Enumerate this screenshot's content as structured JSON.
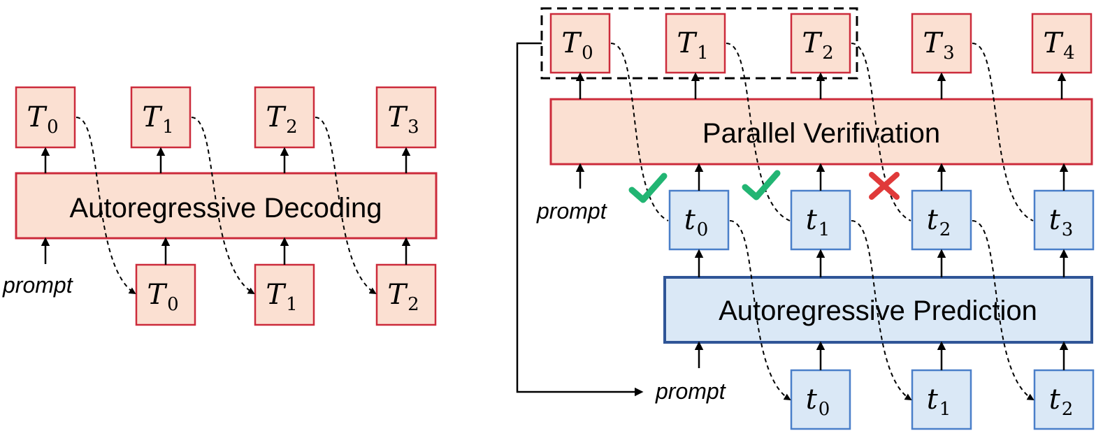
{
  "colors": {
    "target_fill": "#fbe0d2",
    "target_stroke": "#cc2b3b",
    "draft_fill": "#dae8f6",
    "draft_stroke": "#4a7fc9",
    "draft_block_stroke": "#2f5597",
    "check": "#22b573",
    "cross": "#e03a3a"
  },
  "left": {
    "block_label": "Autoregressive Decoding",
    "prompt": "prompt",
    "top_tokens": [
      {
        "base": "T",
        "sub": "0"
      },
      {
        "base": "T",
        "sub": "1"
      },
      {
        "base": "T",
        "sub": "2"
      },
      {
        "base": "T",
        "sub": "3"
      }
    ],
    "bottom_tokens": [
      {
        "base": "T",
        "sub": "0"
      },
      {
        "base": "T",
        "sub": "1"
      },
      {
        "base": "T",
        "sub": "2"
      }
    ]
  },
  "right": {
    "verify_label": "Parallel Verifivation",
    "predict_label": "Autoregressive Prediction",
    "prompt_verify": "prompt",
    "prompt_predict": "prompt",
    "top_tokens": [
      {
        "base": "T",
        "sub": "0"
      },
      {
        "base": "T",
        "sub": "1"
      },
      {
        "base": "T",
        "sub": "2"
      },
      {
        "base": "T",
        "sub": "3"
      },
      {
        "base": "T",
        "sub": "4"
      }
    ],
    "draft_tokens": [
      {
        "base": "t",
        "sub": "0"
      },
      {
        "base": "t",
        "sub": "1"
      },
      {
        "base": "t",
        "sub": "2"
      },
      {
        "base": "t",
        "sub": "3"
      }
    ],
    "bottom_tokens": [
      {
        "base": "t",
        "sub": "0"
      },
      {
        "base": "t",
        "sub": "1"
      },
      {
        "base": "t",
        "sub": "2"
      }
    ],
    "verdicts": [
      "accept",
      "accept",
      "reject"
    ]
  }
}
